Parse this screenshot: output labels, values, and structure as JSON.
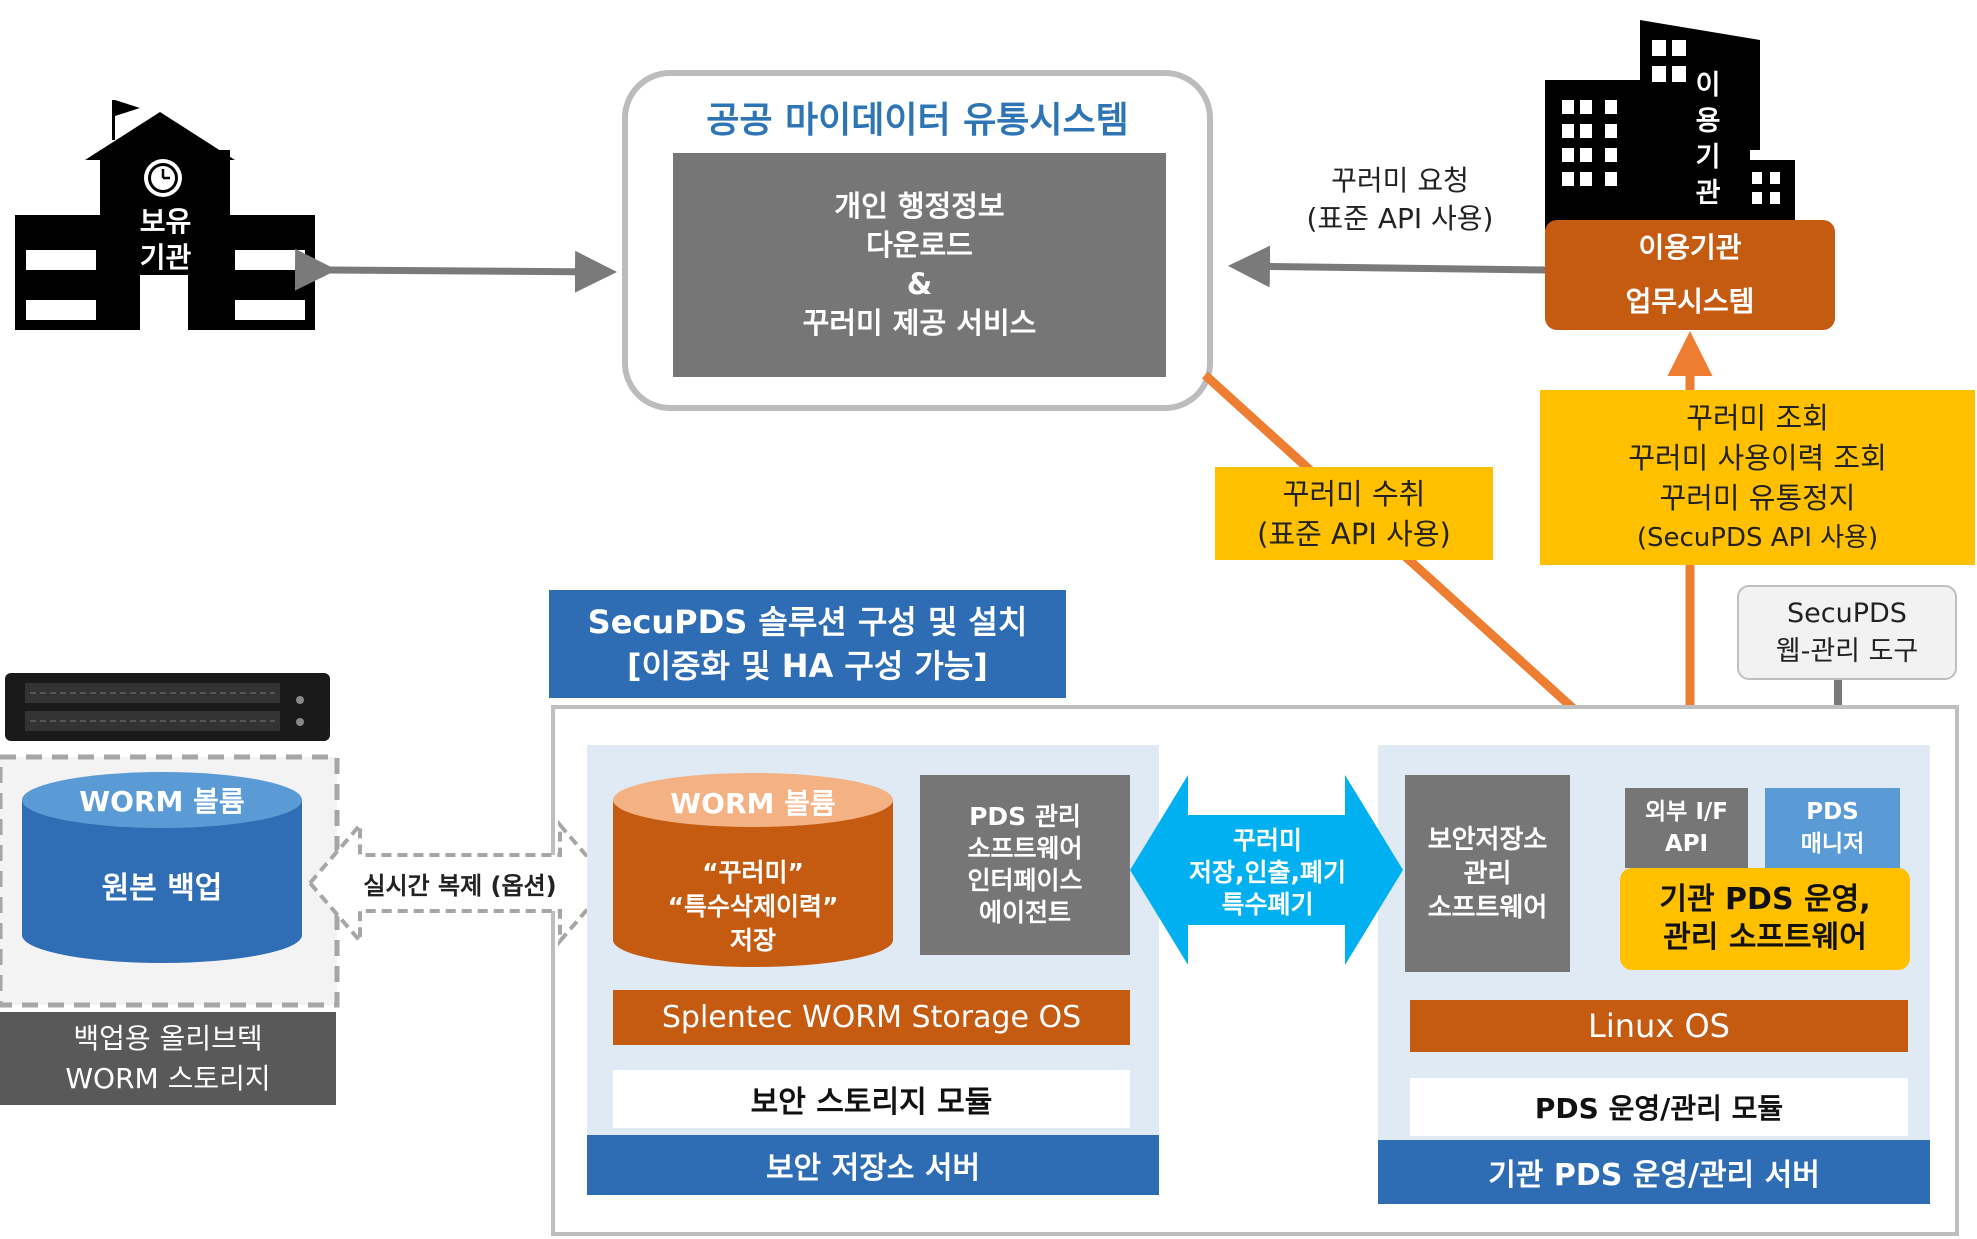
{
  "holding_org": {
    "label_lines": [
      "보유",
      "기관"
    ]
  },
  "user_org": {
    "label_chars": [
      "이",
      "용",
      "기",
      "관"
    ],
    "system_lines": [
      "이용기관",
      "업무시스템"
    ]
  },
  "public_system": {
    "title": "공공 마이데이터 유통시스템",
    "service_lines": [
      "개인 행정정보",
      "다운로드",
      "&",
      "꾸러미 제공 서비스"
    ]
  },
  "request_label": {
    "lines": [
      "꾸러미 요청",
      "(표준 API 사용)"
    ]
  },
  "collect_label": {
    "lines": [
      "꾸러미 수취",
      "(표준 API 사용)"
    ]
  },
  "query_label": {
    "lines": [
      "꾸러미 조회",
      "꾸러미 사용이력 조회",
      "꾸러미 유통정지",
      "(SecuPDS API 사용)"
    ]
  },
  "web_tool": {
    "lines": [
      "SecuPDS",
      "웹-관리 도구"
    ]
  },
  "solution_banner": {
    "lines": [
      "SecuPDS 솔루션 구성 및 설치",
      "[이중화 및 HA 구성 가능]"
    ]
  },
  "backup": {
    "volume_title": "WORM 볼륨",
    "volume_body": "원본 백업",
    "caption_lines": [
      "백업용 올리브텍",
      "WORM 스토리지"
    ]
  },
  "replication_label": "실시간  복제 (옵션)",
  "secure_server": {
    "volume_title": "WORM 볼륨",
    "volume_body_lines": [
      "“꾸러미”",
      "“특수삭제이력”",
      "저장"
    ],
    "agent_lines": [
      "PDS 관리",
      "소프트웨어",
      "인터페이스",
      "에이전트"
    ],
    "os": "Splentec WORM Storage OS",
    "module": "보안 스토리지 모듈",
    "footer": "보안  저장소 서버"
  },
  "exchange_label": {
    "lines": [
      "꾸러미",
      "저장,인출,폐기",
      "특수폐기"
    ]
  },
  "pds_server": {
    "storage_mgmt_lines": [
      "보안저장소",
      "관리",
      "소프트웨어"
    ],
    "external_if_lines": [
      "외부 I/F",
      "API"
    ],
    "pds_manager_lines": [
      "PDS",
      "매니저"
    ],
    "ops_sw_lines": [
      "기관 PDS 운영,",
      "관리 소프트웨어"
    ],
    "os": "Linux OS",
    "module": "PDS 운영/관리 모듈",
    "footer": "기관 PDS 운영/관리 서버"
  },
  "colors": {
    "blue_title": "#2e75b6",
    "dark_blue": "#2e6db3",
    "orange": "#c55a11",
    "arrow_orange": "#ed7d31",
    "yellow": "#ffc000",
    "gray": "#6f6f6f",
    "light_blue": "#dfeaf5",
    "cyan": "#00b0f0",
    "pds_blue": "#5b9bd5"
  }
}
